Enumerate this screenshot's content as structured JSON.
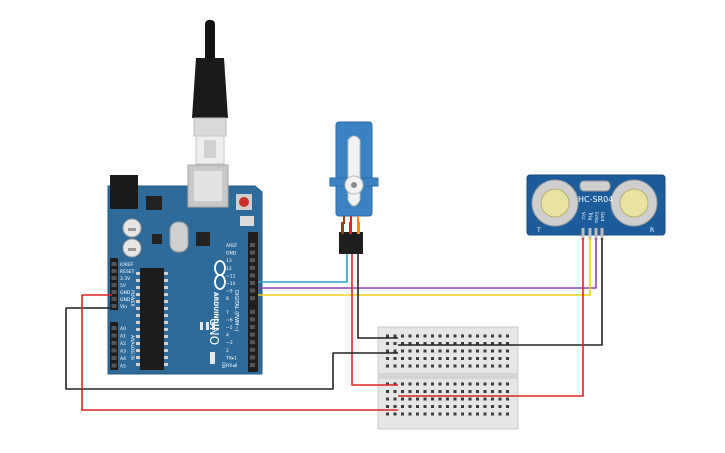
{
  "arduino": {
    "brand": "ARDUINO",
    "model": "UNO",
    "digital_label": "DIGITAL (PWM~)",
    "power_label": "POWER",
    "analog_label": "ANALOG IN",
    "on_label": "ON",
    "icsp_label": "ICSP",
    "digital_pins": [
      "AREF",
      "GND",
      "13",
      "12",
      "~11",
      "~10",
      "~9",
      "8",
      "7",
      "~6",
      "~5",
      "4",
      "~3",
      "2",
      "TX▸1",
      "RX◂0"
    ],
    "power_pins": [
      "IOREF",
      "RESET",
      "3.3V",
      "5V",
      "GND",
      "GND",
      "Vin"
    ],
    "analog_pins": [
      "A0",
      "A1",
      "A2",
      "A3",
      "A4",
      "A5"
    ]
  },
  "sensor": {
    "model": "HC-SR04",
    "pins": [
      "Vcc",
      "Trig",
      "Echo",
      "Gnd"
    ],
    "corner_left": "T",
    "corner_right": "R"
  },
  "colors": {
    "board": "#2f6b9a",
    "board_dark": "#1f4f78",
    "sensor_board": "#1d5c9b",
    "servo": "#3b82c4",
    "breadboard": "#e6e6e6",
    "wire_red": "#e02424",
    "wire_black": "#222222",
    "wire_yellow": "#f2d21b",
    "wire_purple": "#8e44ad",
    "wire_teal": "#2aa5c6"
  }
}
